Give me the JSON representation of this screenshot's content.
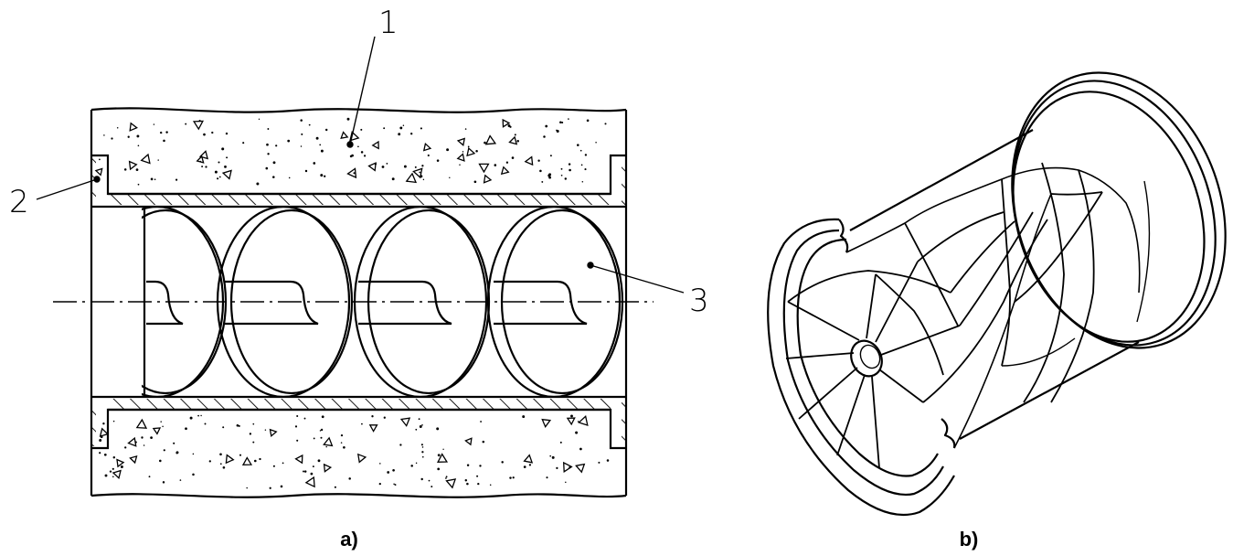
{
  "panel_a": {
    "caption": "a)",
    "callouts": {
      "c1": "1",
      "c2": "2",
      "c3": "3"
    }
  },
  "panel_b": {
    "caption": "b)"
  },
  "colors": {
    "ink": "#000000",
    "paper": "#ffffff"
  }
}
